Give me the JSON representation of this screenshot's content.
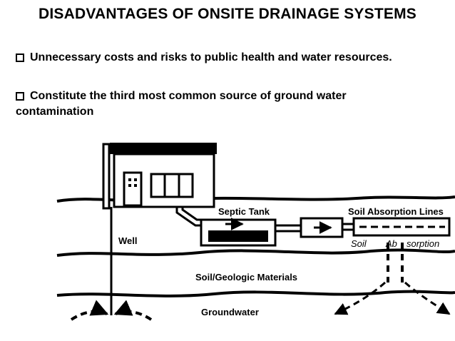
{
  "slide": {
    "title": "DISADVANTAGES OF ONSITE DRAINAGE SYSTEMS",
    "bullets": [
      "Unnecessary costs and risks to public health and water resources.",
      "Constitute the third most common source of ground water contamination"
    ]
  },
  "diagram": {
    "labels": {
      "septic_tank": "Septic Tank",
      "soil_absorption_lines": "Soil Absorption Lines",
      "soil_absorption_part1": "Soil",
      "soil_absorption_part2": "Ab",
      "soil_absorption_part3": "sorption",
      "well": "Well",
      "soil_geologic": "Soil/Geologic Materials",
      "groundwater": "Groundwater"
    }
  }
}
